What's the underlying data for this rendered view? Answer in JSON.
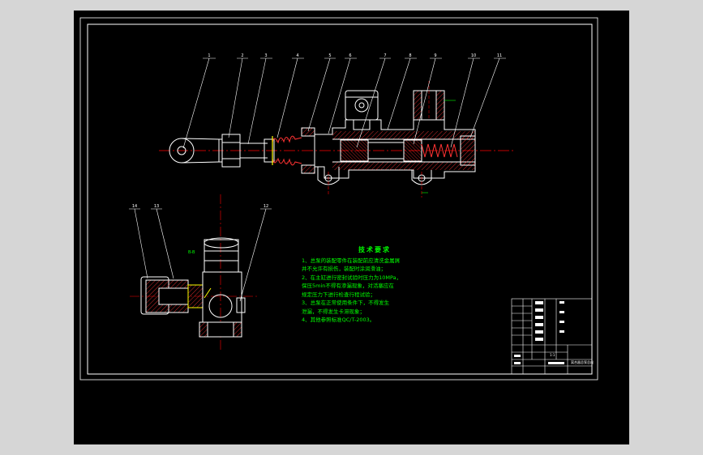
{
  "balloons": [
    "1",
    "2",
    "3",
    "4",
    "5",
    "6",
    "7",
    "8",
    "9",
    "10",
    "11"
  ],
  "section_balloons": [
    "14",
    "13",
    "12"
  ],
  "section_label": "B-B",
  "tech_requirements": {
    "title": "技术要求",
    "lines": [
      "1、总泵的装配零件在装配前应清洗金属屑",
      "并不允许有损伤，装配时涂润滑油；",
      "2、在主缸进行密封试验时压力为10MPa，",
      "保压5min不得有渗漏现象，对活塞应在",
      "规定压力下进行检查行程试验；",
      "3、总泵在正常使用条件下，不得发生",
      "泄漏，不得发生卡滞现象；",
      "4、其他参照标准QC/T-2003。"
    ]
  },
  "title_block": {
    "drawing_name": "离合器总泵总成",
    "scale": "1:1"
  },
  "colors": {
    "line": "#ffffff",
    "hatch": "#ff3333",
    "center": "#ff0000",
    "text": "#00ff00",
    "yellow": "#ffff00",
    "background": "#000000"
  }
}
